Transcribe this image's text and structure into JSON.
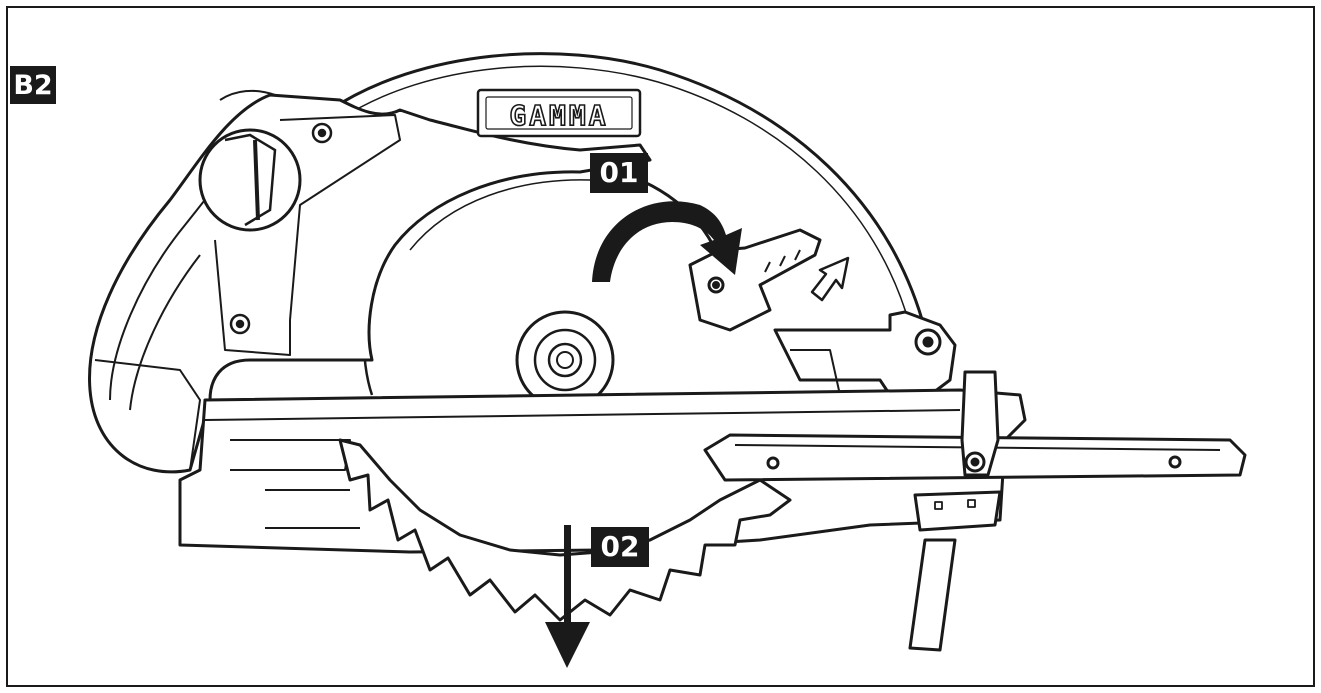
{
  "figure_label": "B2",
  "brand_text": "GAMMA",
  "step_labels": [
    "01",
    "02"
  ],
  "colors": {
    "line": "#1a1a1a",
    "label_bg": "#1a1a1a",
    "label_text": "#ffffff",
    "background": "#ffffff"
  }
}
